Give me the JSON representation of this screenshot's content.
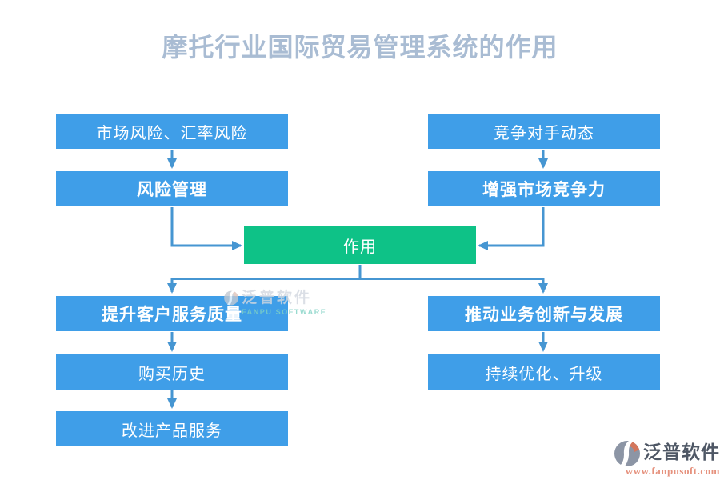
{
  "title": "摩托行业国际贸易管理系统的作用",
  "colors": {
    "box_blue": "#3f9ee8",
    "center_green": "#0ec287",
    "connector_blue": "#4696d2",
    "title_color": "#a9bcd3",
    "logo_brand_color": "#4e5765",
    "logo_url_color": "#e6927e"
  },
  "flowchart": {
    "center": "作用",
    "left_top": {
      "source": "市场风险、汇率风险",
      "action": "风险管理"
    },
    "right_top": {
      "source": "竞争对手动态",
      "action": "增强市场竞争力"
    },
    "left_bottom": {
      "action": "提升客户服务质量",
      "step1": "购买历史",
      "step2": "改进产品服务"
    },
    "right_bottom": {
      "action": "推动业务创新与发展",
      "step1": "持续优化、升级"
    }
  },
  "watermark": {
    "brand": "泛普软件",
    "subtitle": "FANPU SOFTWARE"
  },
  "logo": {
    "brand": "泛普软件",
    "url": "www.fanpusoft.com"
  }
}
